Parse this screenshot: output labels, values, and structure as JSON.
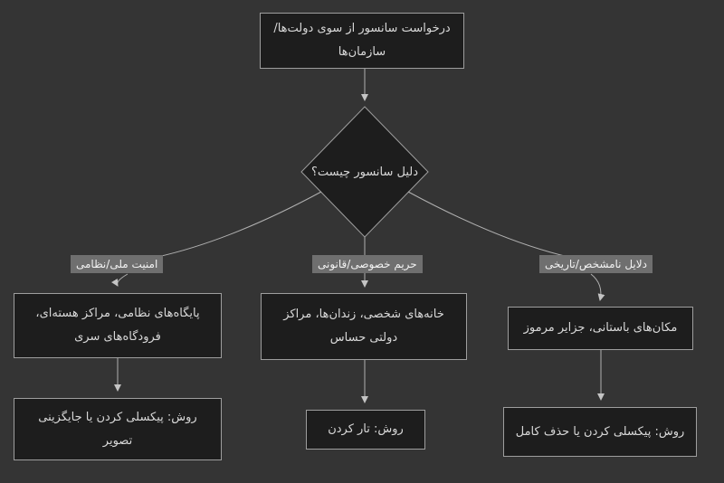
{
  "colors": {
    "background": "#343434",
    "node_fill": "#1d1d1d",
    "node_border": "#9e9e9e",
    "node_text": "#d8d8d8",
    "label_background": "#6f6f6f",
    "label_text": "#f2f2f2",
    "connector": "#b0b0b0"
  },
  "flowchart": {
    "direction": "rtl",
    "root": "درخواست سانسور از سوی دولت‌ها/ سازمان‌ها",
    "decision": "دلیل سانسور چیست؟",
    "branches": [
      {
        "label": "امنیت ملی/نظامی",
        "target": "پایگاه‌های نظامی، مراکز هسته‌ای، فرودگاه‌های سری",
        "method": "روش: پیکسلی کردن یا جایگزینی تصویر"
      },
      {
        "label": "حریم خصوصی/قانونی",
        "target": "خانه‌های شخصی، زندان‌ها، مراکز دولتی حساس",
        "method": "روش: تار کردن"
      },
      {
        "label": "دلایل نامشخص/تاریخی",
        "target": "مکان‌های باستانی، جزایر مرموز",
        "method": "روش: پیکسلی کردن یا حذف کامل"
      }
    ]
  }
}
